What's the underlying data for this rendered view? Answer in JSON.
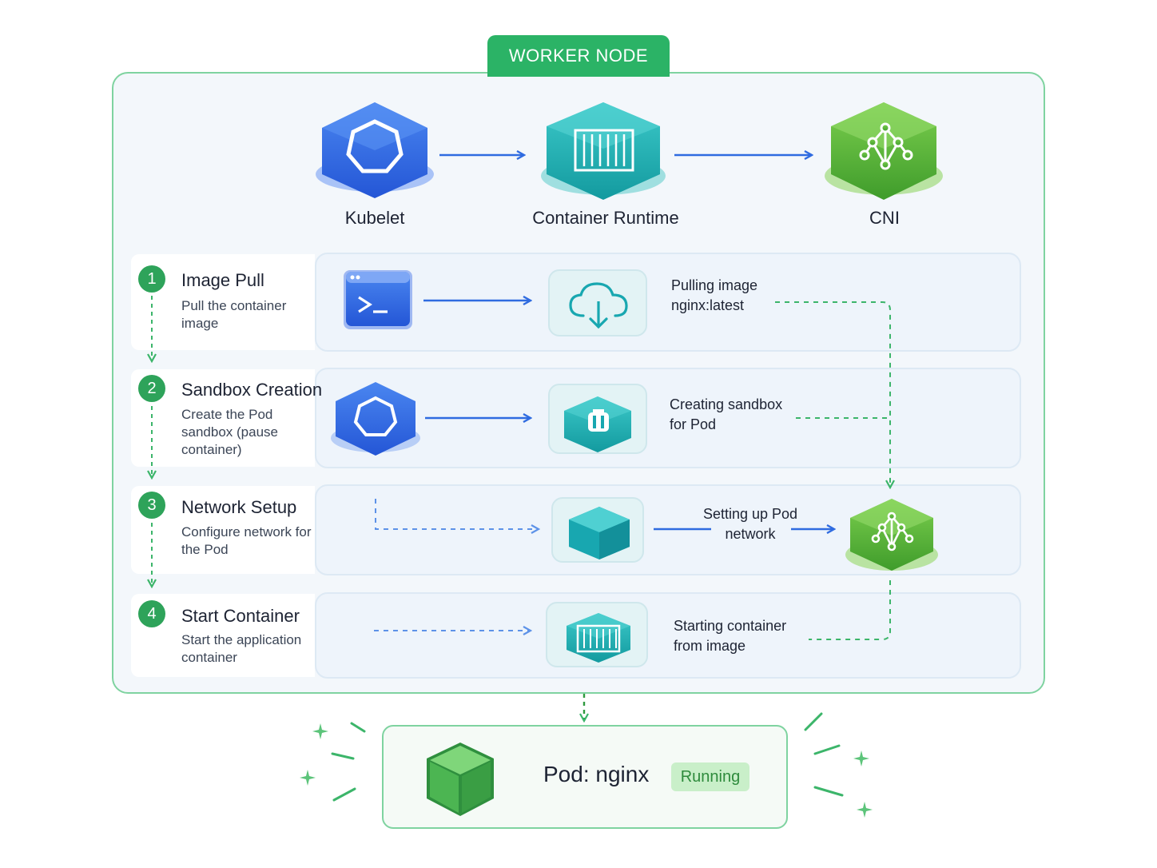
{
  "worker_node": {
    "label": "WORKER NODE"
  },
  "components": {
    "kubelet": "Kubelet",
    "runtime": "Container Runtime",
    "cni": "CNI"
  },
  "steps": [
    {
      "number": "1",
      "title": "Image Pull",
      "description": "Pull the container image",
      "status": "Pulling image\nnginx:latest"
    },
    {
      "number": "2",
      "title": "Sandbox Creation",
      "description": "Create the Pod sandbox (pause container)",
      "status": "Creating sandbox\nfor Pod"
    },
    {
      "number": "3",
      "title": "Network Setup",
      "description": "Configure network for the Pod",
      "status": "Setting up Pod\nnetwork"
    },
    {
      "number": "4",
      "title": "Start Container",
      "description": "Start the application container",
      "status": "Starting container\nfrom image"
    }
  ],
  "pod": {
    "name": "Pod: nginx",
    "status": "Running"
  },
  "icons": [
    "kubelet-icon",
    "container-runtime-icon",
    "cni-icon",
    "terminal-icon",
    "cloud-download-icon",
    "sandbox-icon",
    "cube-icon",
    "container-icon",
    "pod-cube-icon",
    "sparkle-icon"
  ],
  "colors": {
    "accent_green": "#2bb366",
    "kubelet_blue": "#2f6be0",
    "runtime_teal": "#1fb0b0",
    "cni_green": "#5cb83a",
    "arrow_blue": "#2f6be0",
    "dashed_green": "#3cb56a"
  }
}
